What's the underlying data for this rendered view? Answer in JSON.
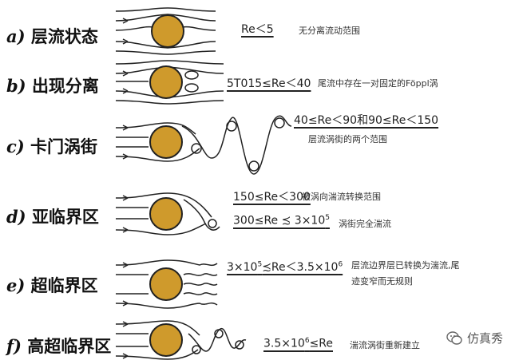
{
  "rows": [
    {
      "letter": "a)",
      "label": "层流状态",
      "formula": "Re＜5",
      "note": "无分离流动范围"
    },
    {
      "letter": "b)",
      "label": "出现分离",
      "formula": "5T015≤Re＜40",
      "note": "尾流中存在一对固定的Föppl涡"
    },
    {
      "letter": "c)",
      "label": "卡门涡街",
      "formula": "40≤Re＜90和90≤Re＜150",
      "note": "层流涡街的两个范围"
    },
    {
      "letter": "d)",
      "label": "亚临界区",
      "formula": "150≤Re＜300",
      "note": "被涡向湍流转换范围",
      "formula2_pre": "300≤Re ≾ 3×10",
      "formula2_sup": "5",
      "note2": "涡街完全湍流"
    },
    {
      "letter": "e)",
      "label": "超临界区",
      "formula_pre": "3×10",
      "formula_sup": "5",
      "formula_mid": "≾Re＜3.5×10",
      "formula_sup2": "6",
      "note": "层流边界层已转换为湍流,尾",
      "note_line2": "迹变窄而无规则"
    },
    {
      "letter": "f)",
      "label": "高超临界区",
      "formula_pre": "3.5×10",
      "formula_sup": "6",
      "formula_mid": "≤Re",
      "note": "湍流涡街重新建立"
    }
  ],
  "watermark": {
    "text": "仿真秀",
    "icon": "wechat-icon"
  },
  "colors": {
    "cylinder_fill": "#cf9a2c",
    "cylinder_stroke": "#222222",
    "line": "#222222"
  }
}
